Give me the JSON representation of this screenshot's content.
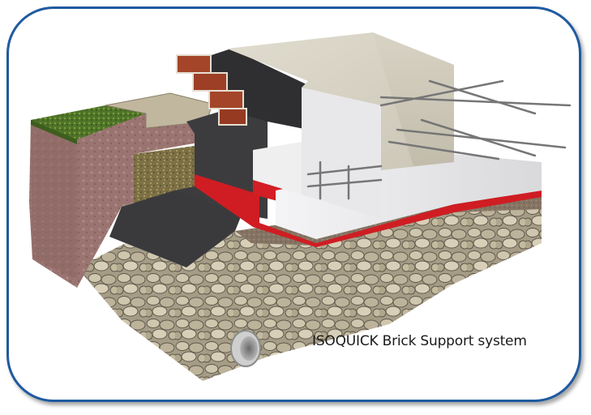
{
  "figure": {
    "caption": "ISOQUICK Brick Support system",
    "border_color": "#1f5aa0",
    "components": [
      {
        "name": "brick-veneer",
        "color": "#a5472a"
      },
      {
        "name": "concrete-slab",
        "color": "#d6d2c4"
      },
      {
        "name": "waterproof-membrane",
        "color": "#3a3a3c"
      },
      {
        "name": "eps-insulation-formwork",
        "color": "#ececee"
      },
      {
        "name": "red-insulation-layer",
        "color": "#d21e24"
      },
      {
        "name": "steel-reinforcement-bars",
        "color": "#7a7a7a"
      },
      {
        "name": "grass-topsoil",
        "color": "#5a7d2e"
      },
      {
        "name": "paving-stones",
        "color": "#bdb29a"
      },
      {
        "name": "soil-cross-section",
        "color": "#9c7370"
      },
      {
        "name": "gravel-backfill",
        "color": "#8c7f4e"
      },
      {
        "name": "sand-bedding",
        "color": "#8b7a68"
      },
      {
        "name": "rubble-stone-base",
        "color": "#bcb39d"
      },
      {
        "name": "drainage-pipe",
        "color": "#c8c8c8"
      }
    ]
  }
}
